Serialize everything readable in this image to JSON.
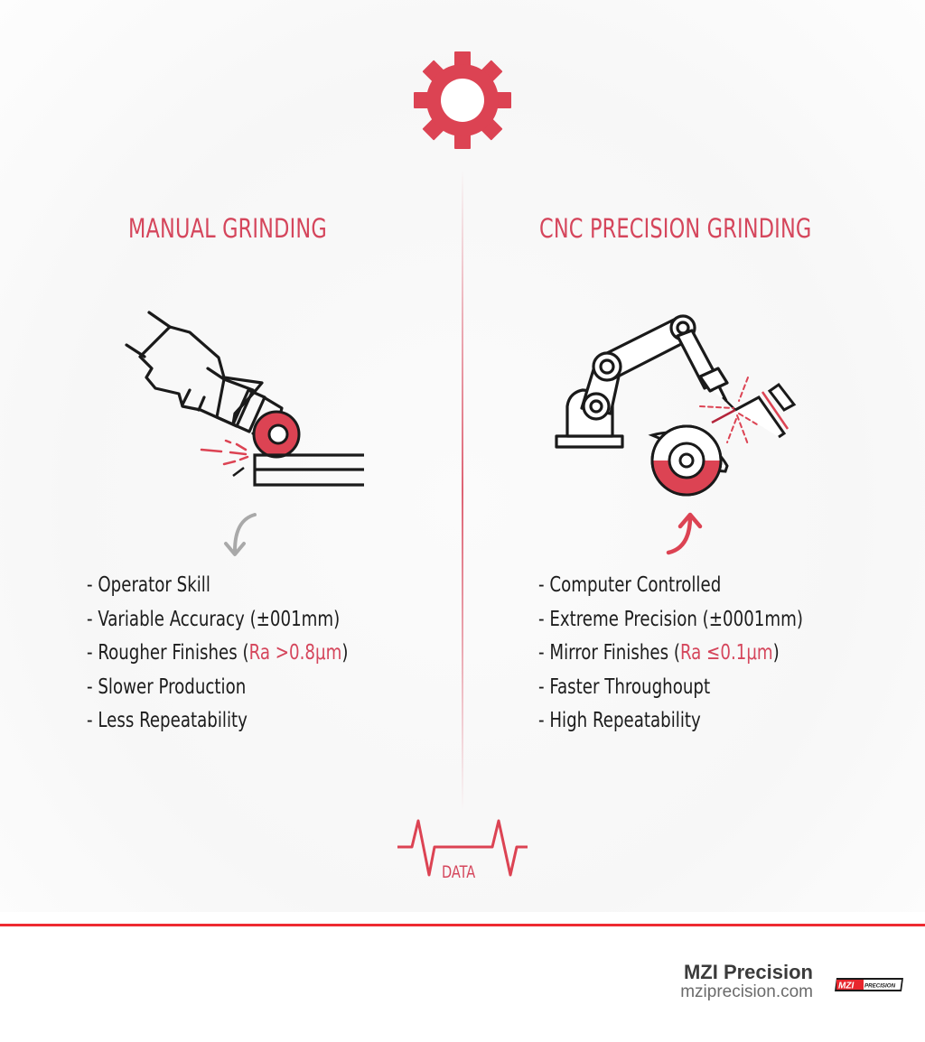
{
  "header": {
    "icon": "gear-icon",
    "accent_color": "#d5465c"
  },
  "columns": [
    {
      "title": "MANUAL GRINDING",
      "illustration": "hand-grinder-illustration",
      "arrow": "gray-curved-arrow-down",
      "items": [
        {
          "text": "- Operator Skill"
        },
        {
          "text": "- Variable Accuracy (±001mm)"
        },
        {
          "prefix": "- Rougher Finishes (",
          "highlight": "Ra >0.8μm",
          "suffix": ")"
        },
        {
          "text": "- Slower Production"
        },
        {
          "text": "- Less Repeatability"
        }
      ]
    },
    {
      "title": "CNC PRECISION GRINDING",
      "illustration": "robotic-arm-grinder-illustration",
      "arrow": "red-curved-arrow-up",
      "items": [
        {
          "text": "- Computer Controlled"
        },
        {
          "text": "- Extreme Precision (±0001mm)"
        },
        {
          "prefix": "- Mirror Finishes (",
          "highlight": "Ra ≤0.1μm",
          "suffix": ")"
        },
        {
          "text": "- Faster Throughoupt"
        },
        {
          "text": "- High Repeatability"
        }
      ]
    }
  ],
  "data_icon": {
    "label": "DATA",
    "icon": "heartbeat-line-icon"
  },
  "footer": {
    "brand_name": "MZI Precision",
    "url": "mziprecision.com",
    "logo_mark": "MZI",
    "logo_text": "PRECISION",
    "rule_color": "#ee2a31"
  }
}
